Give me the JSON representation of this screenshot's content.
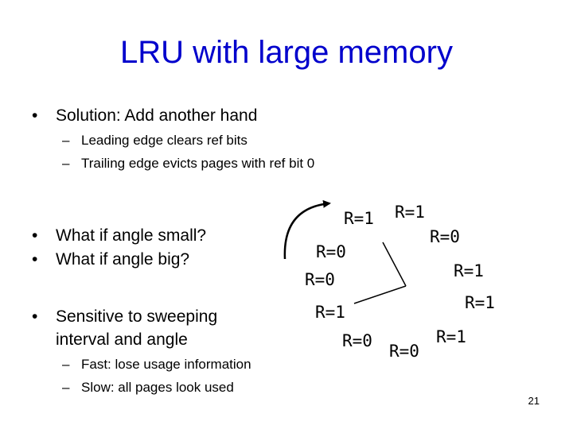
{
  "slide": {
    "title": "LRU with large memory",
    "bullets": [
      "Solution: Add another hand",
      "What if angle small?",
      "What if angle big?",
      "Sensitive to sweeping interval and angle"
    ],
    "bullet_marker": "•",
    "sub_marker": "–",
    "sub_bullets_1": [
      "Leading edge clears ref bits",
      "Trailing edge evicts pages with ref bit 0"
    ],
    "sub_bullets_2": [
      "Fast: lose usage information",
      "Slow: all pages look used"
    ],
    "page_number": "21"
  },
  "clock_labels": [
    "R=1",
    "R=1",
    "R=0",
    "R=0",
    "R=1",
    "R=0",
    "R=1",
    "R=1",
    "R=0",
    "R=0",
    "R=1"
  ]
}
